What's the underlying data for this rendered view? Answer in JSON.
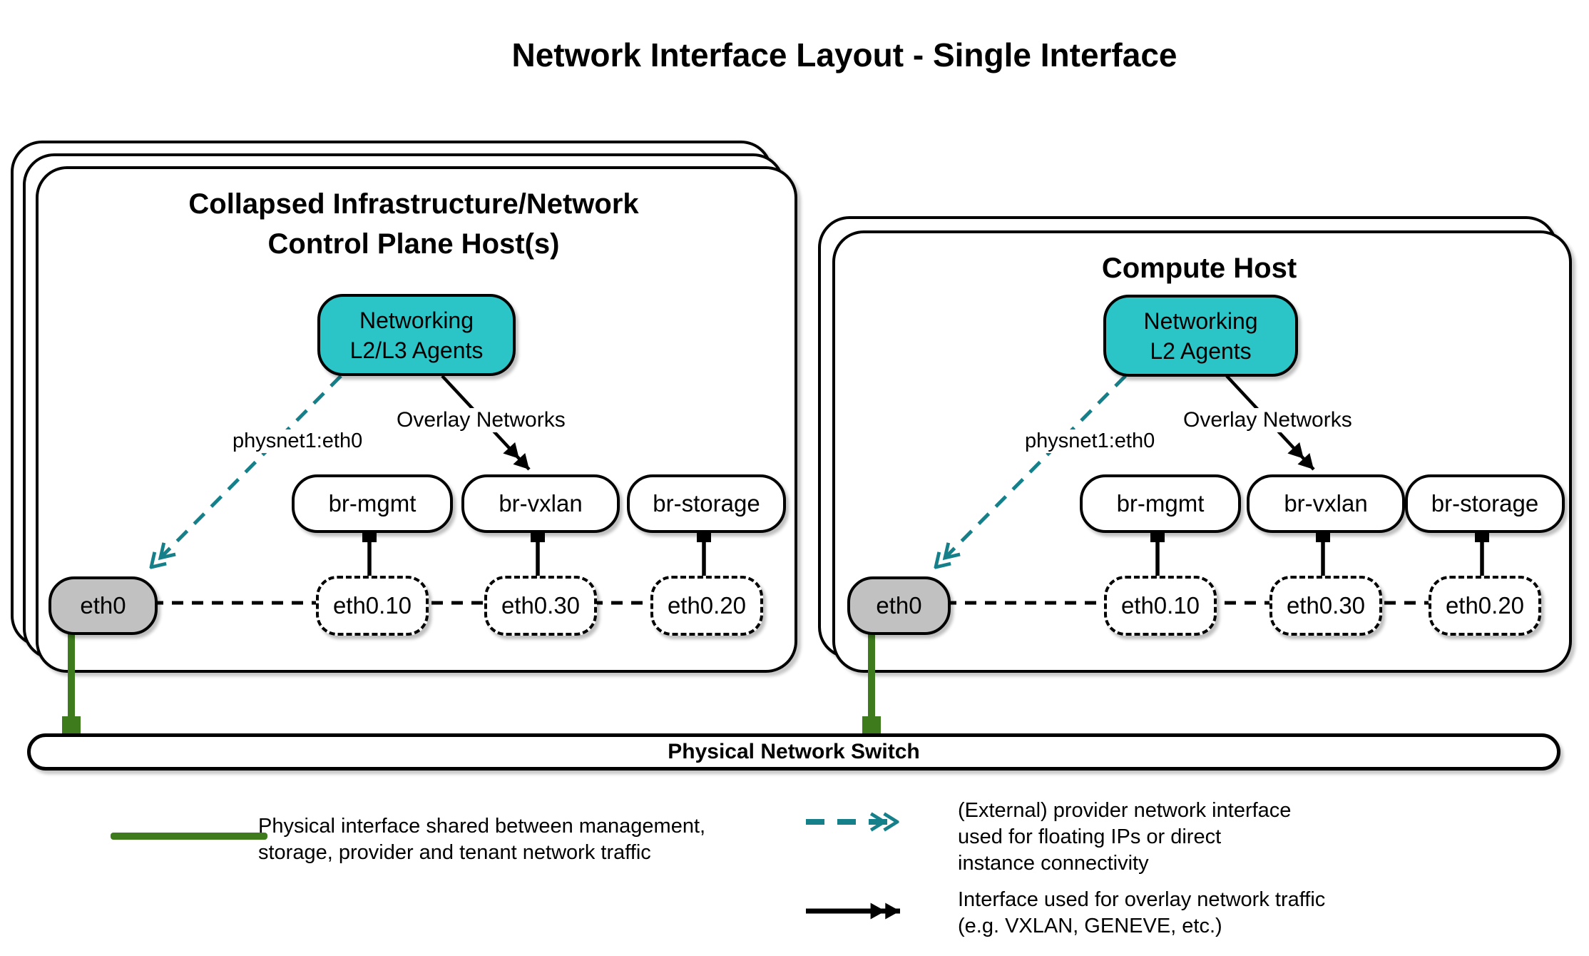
{
  "title": "Network Interface Layout - Single Interface",
  "hosts": [
    {
      "title_line1": "Collapsed Infrastructure/Network",
      "title_line2": "Control Plane Host(s)",
      "agent_line1": "Networking",
      "agent_line2": "L2/L3 Agents",
      "provider_link_label": "physnet1:eth0",
      "overlay_link_label": "Overlay Networks",
      "bridges": [
        "br-mgmt",
        "br-vxlan",
        "br-storage"
      ],
      "vlan_interfaces": [
        "eth0.10",
        "eth0.30",
        "eth0.20"
      ],
      "physical_interface": "eth0"
    },
    {
      "title_line1": "Compute Host",
      "title_line2": "",
      "agent_line1": "Networking",
      "agent_line2": "L2 Agents",
      "provider_link_label": "physnet1:eth0",
      "overlay_link_label": "Overlay Networks",
      "bridges": [
        "br-mgmt",
        "br-vxlan",
        "br-storage"
      ],
      "vlan_interfaces": [
        "eth0.10",
        "eth0.30",
        "eth0.20"
      ],
      "physical_interface": "eth0"
    }
  ],
  "switch_label": "Physical Network Switch",
  "legend": {
    "physical": {
      "lines": [
        "Physical interface shared between management,",
        "storage, provider and tenant network traffic"
      ]
    },
    "provider": {
      "lines": [
        "(External) provider network interface",
        "used for floating IPs or direct",
        "instance connectivity"
      ]
    },
    "overlay": {
      "lines": [
        "Interface used for overlay network traffic",
        "(e.g. VXLAN, GENEVE, etc.)"
      ]
    }
  },
  "colors": {
    "agent_fill": "#2BC4C7",
    "provider_arrow": "#16808A",
    "physical_link": "#3E7B1D",
    "physical_interface_fill": "#C1C1C1"
  }
}
